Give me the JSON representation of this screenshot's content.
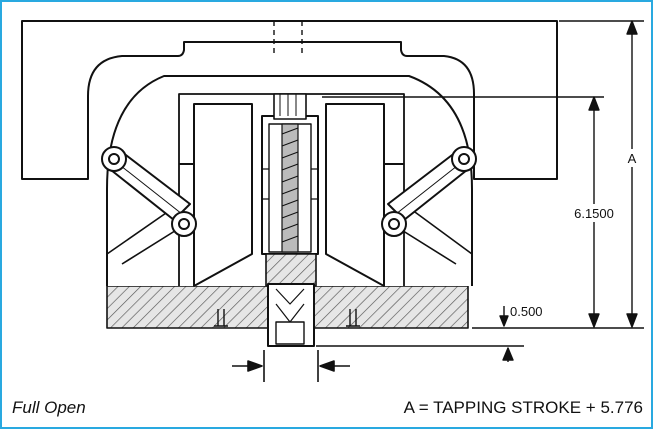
{
  "dimensions": {
    "a_label": "A",
    "height_label": "6.1500",
    "offset_label": "0.500"
  },
  "captions": {
    "mode": "Full Open",
    "formula": "A = TAPPING STROKE + 5.776"
  },
  "colors": {
    "frame_border": "#29a9e0",
    "line": "#111111",
    "shade": "#d8d8d8"
  }
}
